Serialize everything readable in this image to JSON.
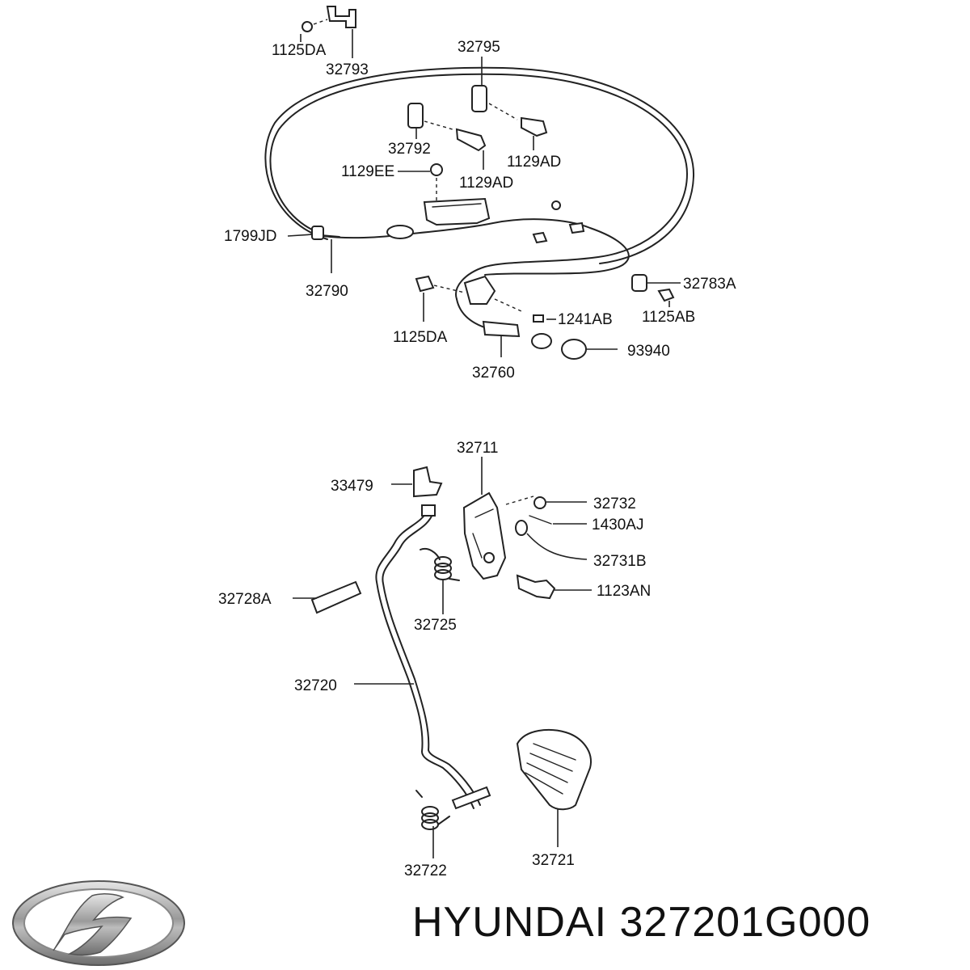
{
  "brand": "HYUNDAI",
  "part_number": "327201G000",
  "logo_icon": "hyundai-logo-icon",
  "callouts": {
    "c1125DA_top": "1125DA",
    "c32793": "32793",
    "c32795": "32795",
    "c32792": "32792",
    "c1129AD_right": "1129AD",
    "c1129EE": "1129EE",
    "c1129AD_mid": "1129AD",
    "c1799JD": "1799JD",
    "c32790": "32790",
    "c32783A": "32783A",
    "c1125AB": "1125AB",
    "c1241AB": "1241AB",
    "c1125DA_bottom": "1125DA",
    "c93940": "93940",
    "c32760": "32760",
    "c32711": "32711",
    "c33479": "33479",
    "c32732": "32732",
    "c1430AJ": "1430AJ",
    "c32731B": "32731B",
    "c1123AN": "1123AN",
    "c32728A": "32728A",
    "c32725": "32725",
    "c32720": "32720",
    "c32722": "32722",
    "c32721": "32721"
  }
}
